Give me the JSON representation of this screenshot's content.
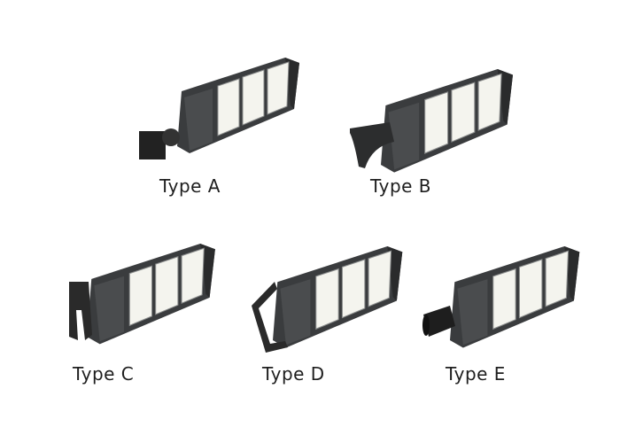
{
  "products": [
    {
      "label": "Type A",
      "mount": "slip-fitter-knuckle"
    },
    {
      "label": "Type B",
      "mount": "arm"
    },
    {
      "label": "Type C",
      "mount": "fork-bracket"
    },
    {
      "label": "Type D",
      "mount": "yoke"
    },
    {
      "label": "Type E",
      "mount": "slip-fitter"
    }
  ],
  "colors": {
    "body": "#3a3c3e",
    "panel": "#f4f4ee",
    "background": "#ffffff"
  }
}
